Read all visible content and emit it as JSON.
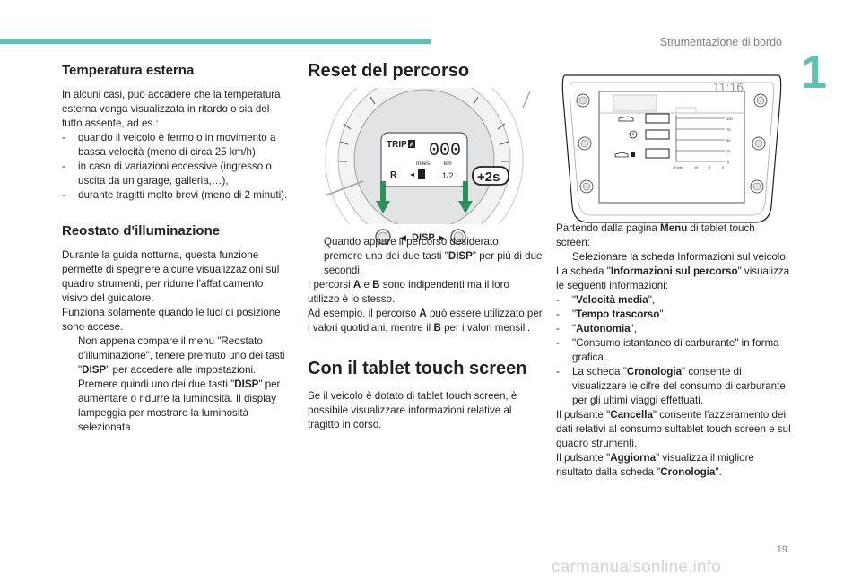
{
  "header": {
    "section_title": "Strumentazione di bordo",
    "chapter_number": "1",
    "page_number": "19"
  },
  "colors": {
    "accent": "#5fbfb4",
    "arrow_green": "#2e8f5a"
  },
  "watermark": "carmanualsonline.info",
  "col1": {
    "h_temp": "Temperatura esterna",
    "temp_intro": "In alcuni casi, può accadere che la temperatura esterna venga visualizzata in ritardo o sia del tutto assente, ad es.:",
    "temp_list": [
      {
        "mark": "-",
        "text": "quando il veicolo è fermo o in movimento a bassa velocità (meno di circa 25 km/h),"
      },
      {
        "mark": "-",
        "text": "in caso di variazioni eccessive (ingresso o uscita da un garage, galleria,…),"
      },
      {
        "mark": "-",
        "text": "durante tragitti molto brevi (meno di 2 minuti)."
      }
    ],
    "h_reost": "Reostato d'illuminazione",
    "reost_p1": "Durante la guida notturna, questa funzione permette di spegnere alcune visualizzazioni sul quadro strumenti, per ridurre l'affaticamento visivo del guidatore.",
    "reost_p2": "Funziona solamente quando le luci di posizione sono accese.",
    "reost_b1": {
      "mark": "",
      "pre": "Non appena compare il menu \"Reostato d'illuminazione\", tenere premuto uno dei tasti \"",
      "bold": "DISP",
      "post": "\" per accedere alle impostazioni."
    },
    "reost_b2": {
      "mark": "",
      "pre": "Premere quindi uno dei due tasti \"",
      "bold": "DISP",
      "post": "\" per aumentare o ridurre la luminosità. Il display lampeggia per mostrare la luminosità selezionata."
    }
  },
  "col2": {
    "h_reset": "Reset del percorso",
    "b1": {
      "mark": "",
      "pre": "Quando appare il percorso desiderato, premere uno dei due tasti \"",
      "bold": "DISP",
      "post": "\" per più di due secondi."
    },
    "p1_pre": "I percorsi ",
    "p1_a": "A",
    "p1_mid": " e ",
    "p1_b": "B",
    "p1_post": " sono indipendenti ma il loro utilizzo è lo stesso.",
    "p2_pre": "Ad esempio, il percorso ",
    "p2_a": "A",
    "p2_mid": " può essere utilizzato per i valori quotidiani, mentre il ",
    "p2_b": "B",
    "p2_post": " per i valori mensili.",
    "h_tablet": "Con il tablet touch screen",
    "tablet_p": "Se il veicolo è dotato di tablet touch screen, è possibile visualizzare informazioni relative al tragitto in corso."
  },
  "figure1": {
    "trip_label": "TRIP",
    "trip_tag": "A",
    "digits": "000",
    "unit_left": "miles",
    "unit_right": "km",
    "r_label": "R",
    "hold_label": "+2s",
    "disp_label": "DISP",
    "arrow_left": "◀",
    "arrow_right": "▶"
  },
  "figure2": {
    "clock": "11:16",
    "scale": [
      "100",
      "75",
      "50",
      "25",
      "0"
    ],
    "axis": [
      "10 min",
      "10",
      "5",
      "0"
    ]
  },
  "col3": {
    "p1_pre": "Partendo dalla pagina ",
    "p1_bold": "Menu",
    "p1_post": " di tablet touch screen:",
    "b1": {
      "mark": "",
      "text": "Selezionare la scheda Informazioni sul veicolo."
    },
    "p2_pre": "La scheda \"",
    "p2_bold": "Informazioni sul percorso",
    "p2_post": "\" visualizza le seguenti informazioni:",
    "list": [
      {
        "mark": "-",
        "pre": "\"",
        "bold": "Velocità media",
        "post": "\","
      },
      {
        "mark": "-",
        "pre": "\"",
        "bold": "Tempo trascorso",
        "post": "\","
      },
      {
        "mark": "-",
        "pre": "\"",
        "bold": "Autonomia",
        "post": "\","
      },
      {
        "mark": "-",
        "pre": "\"Consumo istantaneo di carburante\" in forma grafica.",
        "bold": "",
        "post": ""
      },
      {
        "mark": "-",
        "pre": "La scheda \"",
        "bold": "Cronologia",
        "post": "\" consente di visualizzare le cifre del consumo di carburante per gli ultimi viaggi effettuati."
      }
    ],
    "p3_pre": "Il pulsante \"",
    "p3_bold": "Cancella",
    "p3_post": "\" consente l'azzeramento dei dati relativi al consumo sultablet touch screen e sul quadro strumenti.",
    "p4_pre": "Il pulsante \"",
    "p4_bold": "Aggiorna",
    "p4_post": "\" visualizza il migliore risultato dalla scheda \"",
    "p4_bold2": "Cronologia",
    "p4_end": "\"."
  }
}
